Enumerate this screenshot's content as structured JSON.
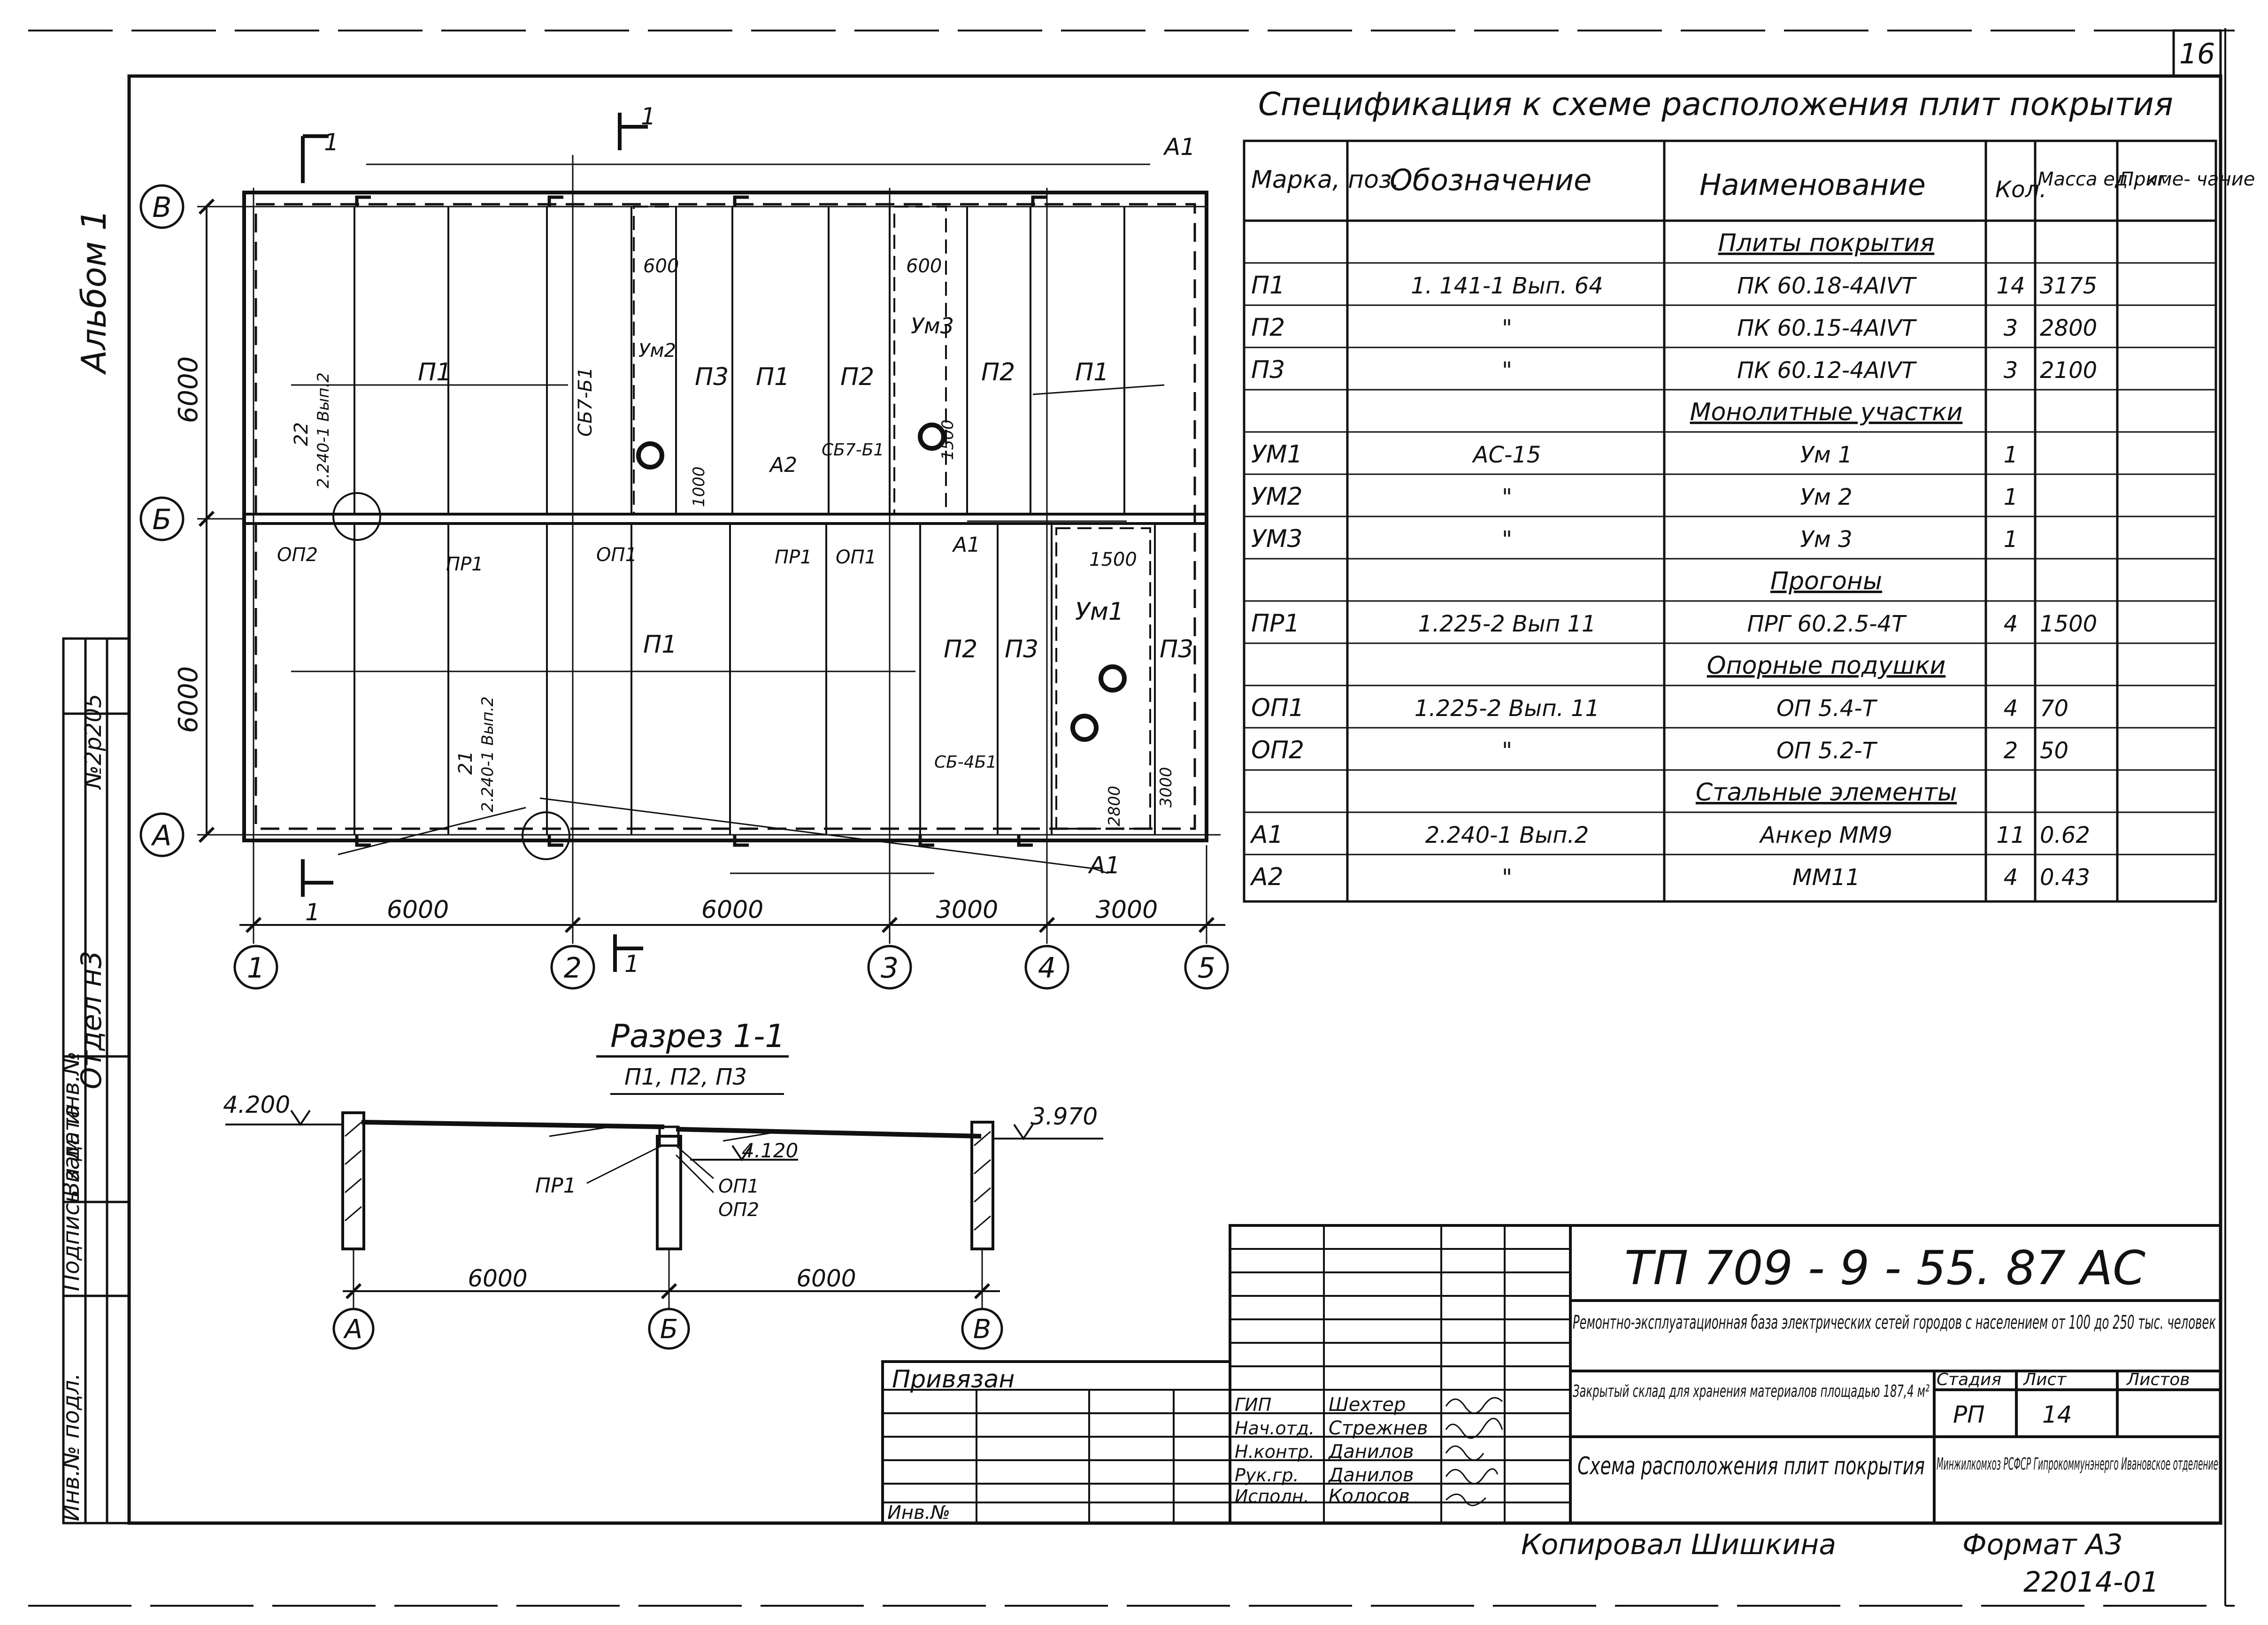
{
  "sheet_number": "16",
  "album_label": "Альбом 1",
  "spec_title": "Спецификация к схеме расположения плит покрытия",
  "spec_headers": [
    "Марка, поз.",
    "Обозначение",
    "Наименование",
    "Кол.",
    "Масса ед., кг",
    "Приме- чание"
  ],
  "spec_rows": [
    {
      "type": "section",
      "name": "Плиты покрытия"
    },
    {
      "type": "item",
      "mark": "П1",
      "code": "1. 141-1 Вып. 64",
      "name": "ПК 60.18-4АIVТ",
      "qty": "14",
      "mass": "3175",
      "note": ""
    },
    {
      "type": "item",
      "mark": "П2",
      "code": "\"",
      "name": "ПК 60.15-4АIVТ",
      "qty": "3",
      "mass": "2800",
      "note": ""
    },
    {
      "type": "item",
      "mark": "П3",
      "code": "\"",
      "name": "ПК 60.12-4АIVТ",
      "qty": "3",
      "mass": "2100",
      "note": ""
    },
    {
      "type": "section",
      "name": "Монолитные участки"
    },
    {
      "type": "item",
      "mark": "УМ1",
      "code": "АС-15",
      "name": "Ум 1",
      "qty": "1",
      "mass": "",
      "note": ""
    },
    {
      "type": "item",
      "mark": "УМ2",
      "code": "\"",
      "name": "Ум 2",
      "qty": "1",
      "mass": "",
      "note": ""
    },
    {
      "type": "item",
      "mark": "УМ3",
      "code": "\"",
      "name": "Ум 3",
      "qty": "1",
      "mass": "",
      "note": ""
    },
    {
      "type": "section",
      "name": "Прогоны"
    },
    {
      "type": "item",
      "mark": "ПР1",
      "code": "1.225-2 Вып 11",
      "name": "ПРГ 60.2.5-4Т",
      "qty": "4",
      "mass": "1500",
      "note": ""
    },
    {
      "type": "section",
      "name": "Опорные подушки"
    },
    {
      "type": "item",
      "mark": "ОП1",
      "code": "1.225-2 Вып. 11",
      "name": "ОП 5.4-Т",
      "qty": "4",
      "mass": "70",
      "note": ""
    },
    {
      "type": "item",
      "mark": "ОП2",
      "code": "\"",
      "name": "ОП 5.2-Т",
      "qty": "2",
      "mass": "50",
      "note": ""
    },
    {
      "type": "section",
      "name": "Стальные элементы"
    },
    {
      "type": "item",
      "mark": "А1",
      "code": "2.240-1 Вып.2",
      "name": "Анкер ММ9",
      "qty": "11",
      "mass": "0.62",
      "note": ""
    },
    {
      "type": "item",
      "mark": "А2",
      "code": "\"",
      "name": "ММ11",
      "qty": "4",
      "mass": "0.43",
      "note": ""
    }
  ],
  "plan": {
    "row_axes": [
      "В",
      "Б",
      "А"
    ],
    "col_axes": [
      "1",
      "2",
      "3",
      "4",
      "5"
    ],
    "bay_dims": [
      "6000",
      "6000",
      "3000",
      "3000"
    ],
    "row_dims": [
      "6000",
      "6000"
    ],
    "top_labels": {
      "p1_left": "П1",
      "p1_mid": "П1",
      "p2_mid": "П2",
      "p3_mid": "П3",
      "p2_right": "П2",
      "p1_right": "П1",
      "um2": "Ум2",
      "um3": "Ум3",
      "dim600a": "600",
      "dim600b": "600",
      "sb7a": "СБ7-Б1",
      "sb7b": "СБ7-Б1",
      "a2": "А2",
      "d1000": "1000",
      "d1500v": "1500",
      "a1_top": "А1"
    },
    "bot_labels": {
      "p1": "П1",
      "p2": "П2",
      "p3a": "П3",
      "p3b": "П3",
      "um1": "Ум1",
      "d1500": "1500",
      "sb4": "СБ-4Б1",
      "d2800": "2800",
      "d3000": "3000",
      "a1_bot": "А1",
      "a1_mid": "А1",
      "op2": "ОП2",
      "op1a": "ОП1",
      "op1b": "ОП1",
      "pr1a": "ПР1",
      "pr1b": "ПР1"
    },
    "node22": "22",
    "node22ref": "2.240-1 Вып.2",
    "node21": "21",
    "node21ref": "2.240-1 Вып.2",
    "cut_mark": "1"
  },
  "section": {
    "title": "Разрез 1-1",
    "subtitle": "П1, П2, П3",
    "elev_left": "4.200",
    "elev_right": "3.970",
    "elev_mid": "4.120",
    "pr1": "ПР1",
    "op1": "ОП1",
    "op2": "ОП2",
    "dims": [
      "6000",
      "6000"
    ],
    "axes": [
      "А",
      "Б",
      "В"
    ]
  },
  "stamp": {
    "code": "ТП 709 - 9 - 55. 87 АС",
    "project": "Ремонтно-эксплуатационная база электрических сетей городов с населением от 100 до 250 тыс. человек",
    "object": "Закрытый склад для хранения материалов площадью 187,4 м²",
    "sheet_title": "Схема расположения плит покрытия",
    "org": "Минжилкомхоз РСФСР Гипрокоммунэнерго Ивановское отделение",
    "stage_label": "Стадия",
    "sheet_label": "Лист",
    "sheets_label": "Листов",
    "stage": "РП",
    "sheet": "14",
    "sheets": "",
    "roles": [
      "ГИП",
      "Нач.отд.",
      "Н.контр.",
      "Рук.гр.",
      "Исполн."
    ],
    "names": [
      "Шехтер",
      "Стрежнев",
      "Данилов",
      "Данилов",
      "Колосов"
    ],
    "privyazan": "Привязан",
    "inv_no": "Инв.№"
  },
  "side_labels": [
    "Инв.№ подл.",
    "Подпись и дата",
    "Взам. инв.№",
    "Отдел н3",
    "№2р205"
  ],
  "copied_by": "Копировал Шишкина",
  "format": "Формат А3",
  "doc_number": "22014-01"
}
